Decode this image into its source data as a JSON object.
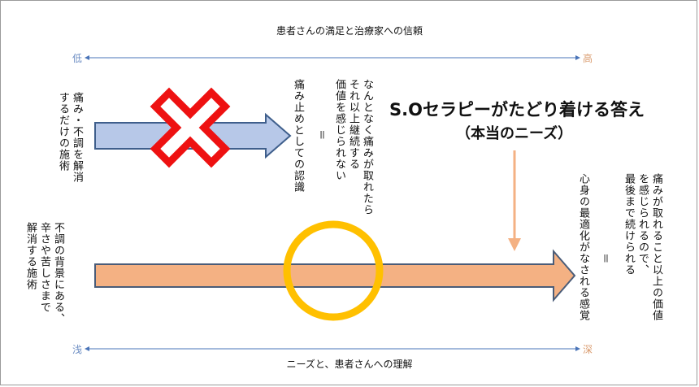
{
  "axes": {
    "top": {
      "title": "患者さんの満足と治療家への信頼",
      "start": "低",
      "end": "高"
    },
    "bottom": {
      "title": "ニーズと、患者さんへの理解",
      "start": "浅",
      "end": "深"
    }
  },
  "colors": {
    "axis_line": "#4a74b8",
    "start_label": "#6f8fc4",
    "end_label": "#d99a6c",
    "blue_arrow_fill": "#b7c8e8",
    "blue_arrow_stroke": "#3f5f8c",
    "orange_arrow_fill": "#f4b183",
    "orange_arrow_stroke": "#4a5c78",
    "cross": "#ee1111",
    "circle": "#ffc000",
    "pointer_arrow": "#f4b183"
  },
  "upper_row": {
    "left_label": "痛み・不調を解消\nするだけの施術",
    "recognition": "痛み止めとしての認識",
    "equals": "＝",
    "consequence": "なんとなく痛みが取れたら\nそれ以上継続する\n価値を感じられない"
  },
  "lower_row": {
    "left_label": "不調の背景にある、\n辛さや苦しさまで\n解消する施術",
    "result": "心身の最適化がなされる感覚",
    "equals": "＝",
    "consequence": "痛みが取れること以上の価値\nを感じられるので、\n最後まで続けられる"
  },
  "headline": {
    "line1": "S.Oセラピーがたどり着ける答え",
    "line2": "（本当のニーズ）"
  },
  "marks": {
    "cross": "x-mark-icon",
    "circle": "circle-mark-icon"
  }
}
